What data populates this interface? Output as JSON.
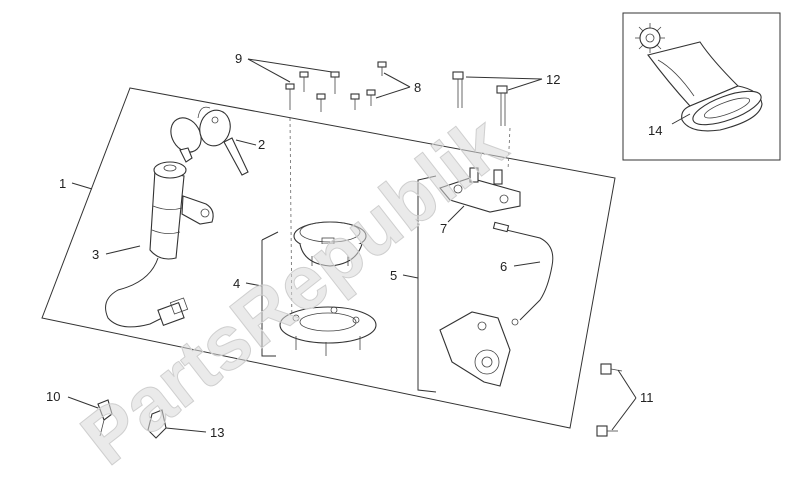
{
  "watermark": "PartsRepublik",
  "callouts": [
    {
      "id": "1",
      "label": "1"
    },
    {
      "id": "2",
      "label": "2"
    },
    {
      "id": "3",
      "label": "3"
    },
    {
      "id": "4",
      "label": "4"
    },
    {
      "id": "5",
      "label": "5"
    },
    {
      "id": "6",
      "label": "6"
    },
    {
      "id": "7",
      "label": "7"
    },
    {
      "id": "8",
      "label": "8"
    },
    {
      "id": "9",
      "label": "9"
    },
    {
      "id": "10",
      "label": "10"
    },
    {
      "id": "11",
      "label": "11"
    },
    {
      "id": "12",
      "label": "12"
    },
    {
      "id": "13",
      "label": "13"
    },
    {
      "id": "14",
      "label": "14"
    }
  ],
  "icons": {
    "kit_box": "gear-icon",
    "key_tag": "key-tag-icon"
  },
  "colors": {
    "lines": "#333333",
    "watermark": "#d9d9d9"
  }
}
